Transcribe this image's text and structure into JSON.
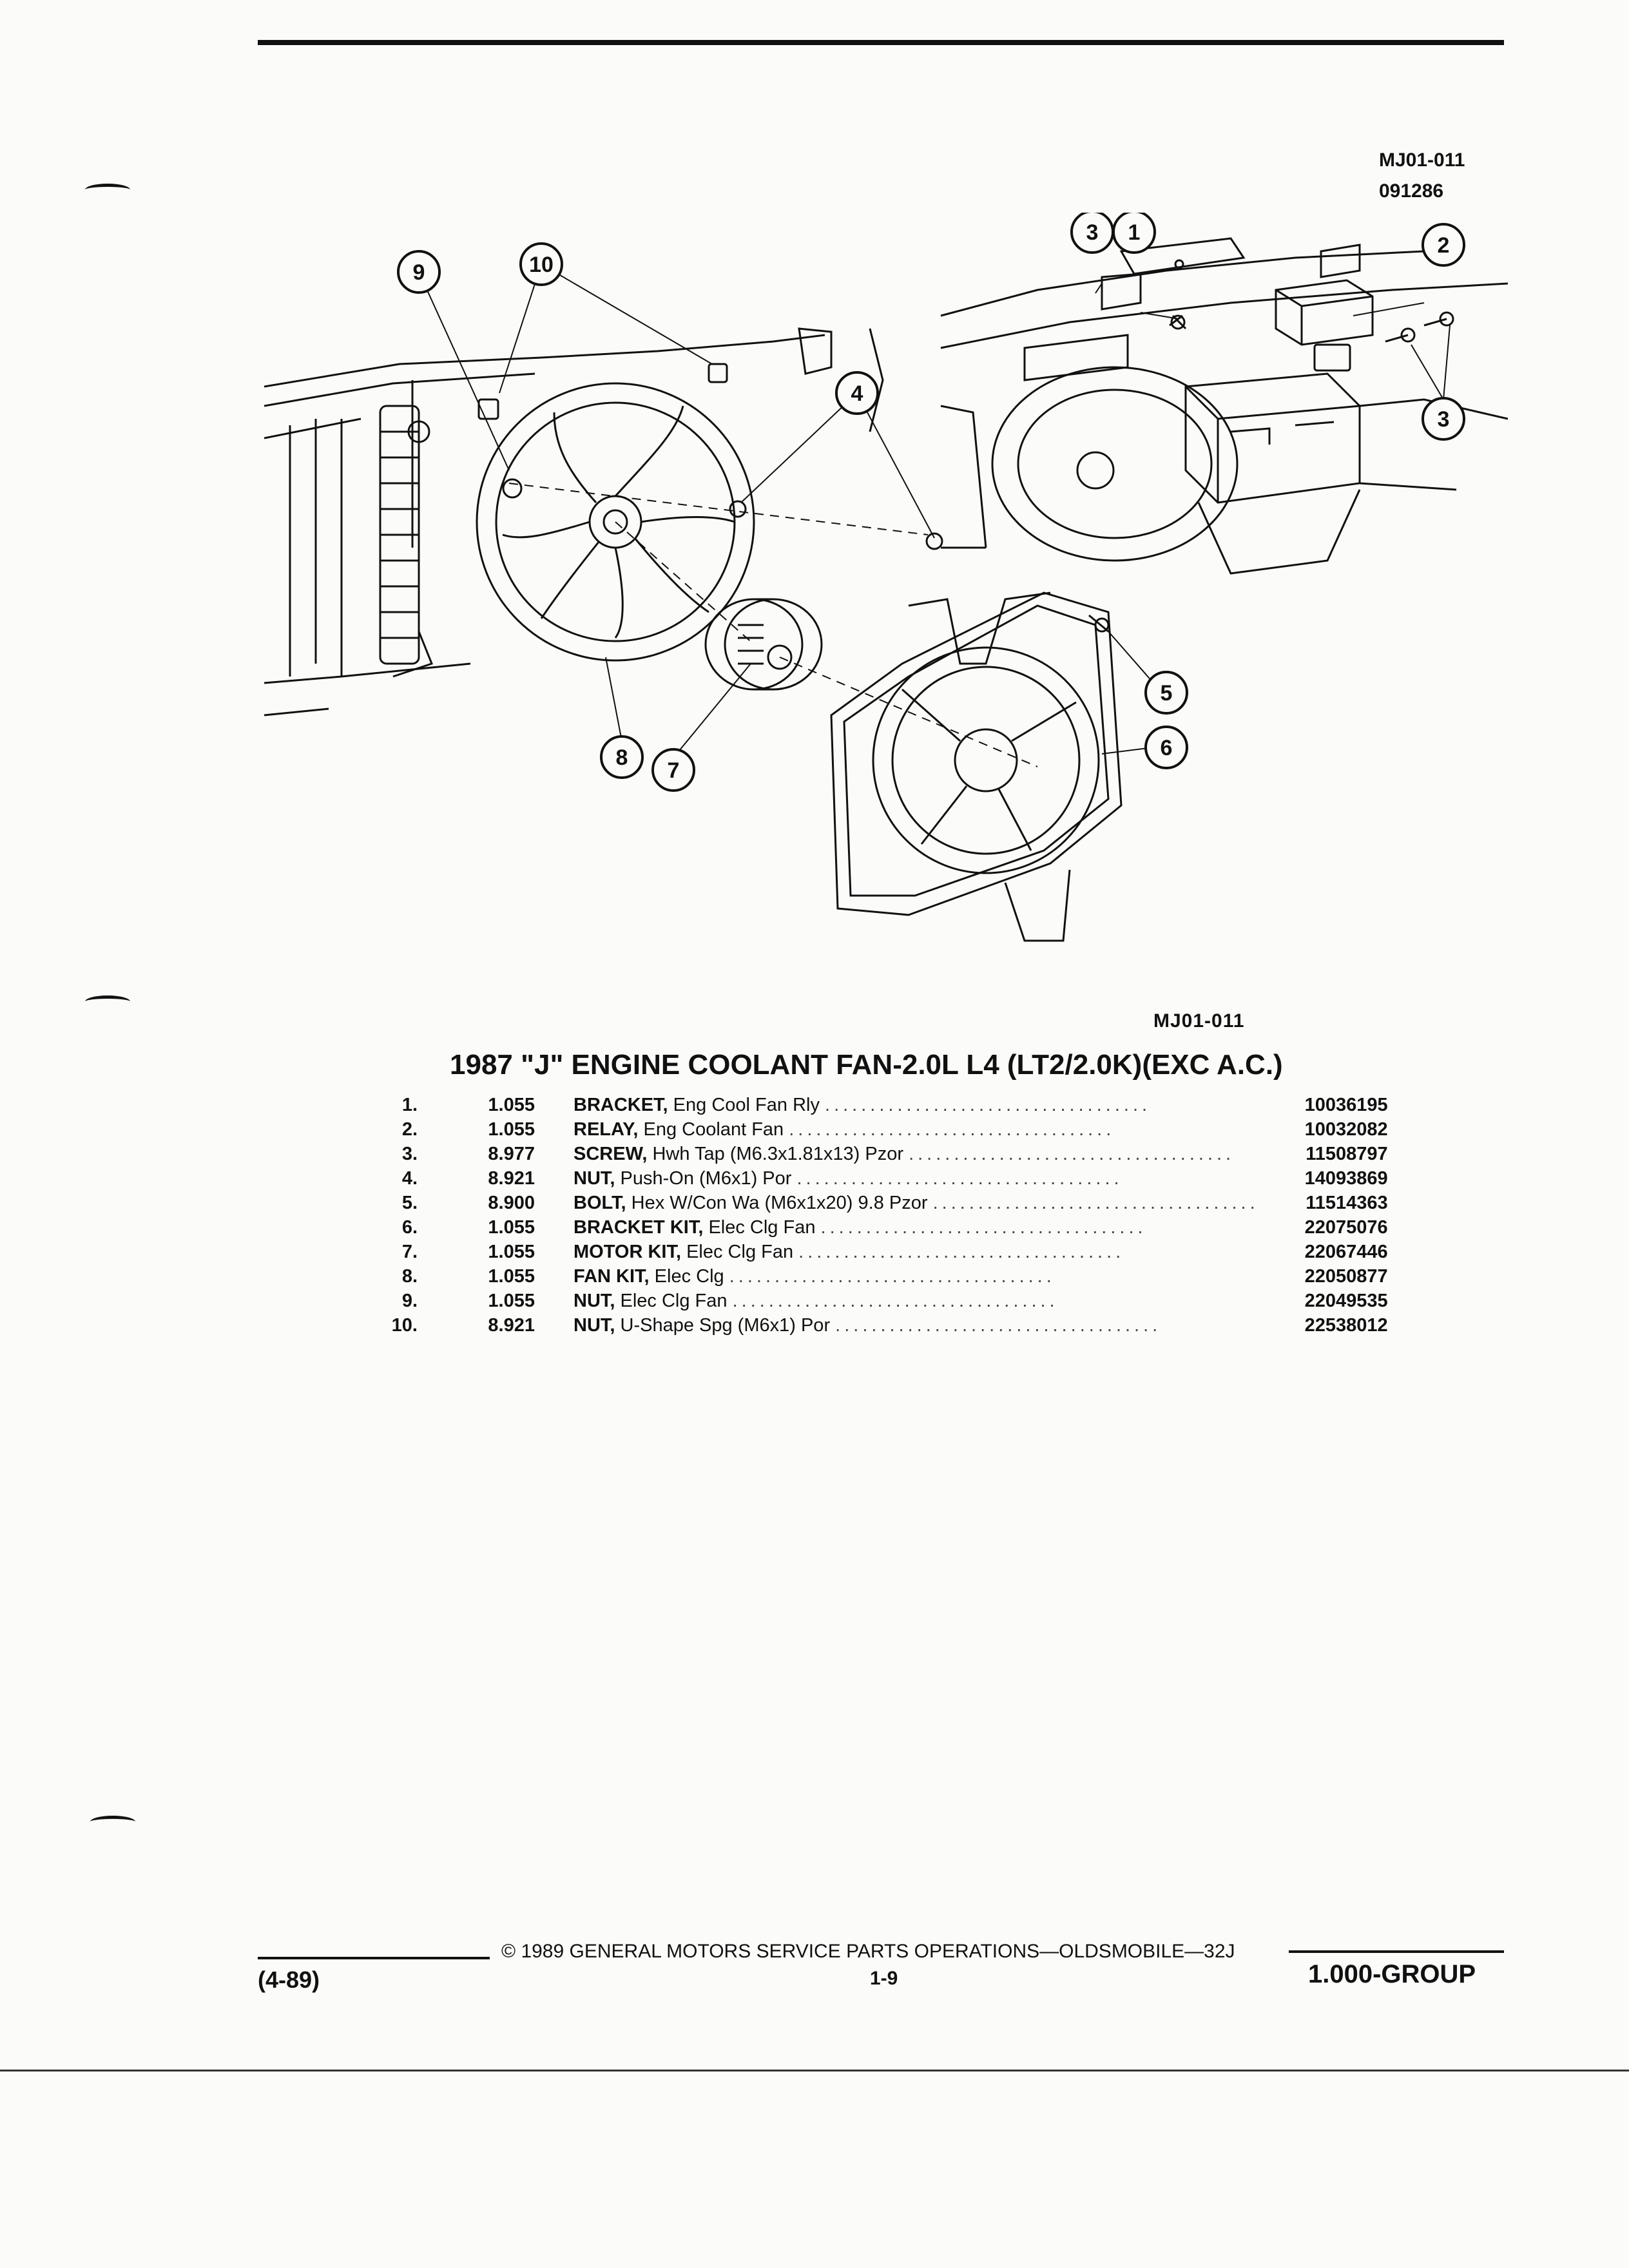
{
  "header": {
    "illustration_code": "MJ01-011",
    "date_code": "091286"
  },
  "callouts": [
    "1",
    "2",
    "3",
    "3",
    "4",
    "5",
    "6",
    "7",
    "8",
    "9",
    "10"
  ],
  "illustration_caption": "MJ01-011",
  "title": "1987 \"J\" ENGINE COOLANT FAN-2.0L L4 (LT2/2.0K)(EXC A.C.)",
  "parts": [
    {
      "num": "1.",
      "qty": "1.055",
      "name": "BRACKET,",
      "desc": " Eng Cool Fan Rly",
      "part_no": "10036195"
    },
    {
      "num": "2.",
      "qty": "1.055",
      "name": "RELAY,",
      "desc": " Eng Coolant Fan",
      "part_no": "10032082"
    },
    {
      "num": "3.",
      "qty": "8.977",
      "name": "SCREW,",
      "desc": " Hwh Tap (M6.3x1.81x13) Pzor",
      "part_no": "11508797"
    },
    {
      "num": "4.",
      "qty": "8.921",
      "name": "NUT,",
      "desc": " Push-On (M6x1) Por",
      "part_no": "14093869"
    },
    {
      "num": "5.",
      "qty": "8.900",
      "name": "BOLT,",
      "desc": " Hex W/Con Wa (M6x1x20) 9.8 Pzor",
      "part_no": "11514363"
    },
    {
      "num": "6.",
      "qty": "1.055",
      "name": "BRACKET KIT,",
      "desc": " Elec Clg Fan",
      "part_no": "22075076"
    },
    {
      "num": "7.",
      "qty": "1.055",
      "name": "MOTOR KIT,",
      "desc": " Elec Clg Fan",
      "part_no": "22067446"
    },
    {
      "num": "8.",
      "qty": "1.055",
      "name": "FAN KIT,",
      "desc": " Elec Clg",
      "part_no": "22050877"
    },
    {
      "num": "9.",
      "qty": "1.055",
      "name": "NUT,",
      "desc": " Elec Clg Fan",
      "part_no": "22049535"
    },
    {
      "num": "10.",
      "qty": "8.921",
      "name": "NUT,",
      "desc": " U-Shape Spg (M6x1) Por",
      "part_no": "22538012"
    }
  ],
  "footer": {
    "date": "(4-89)",
    "copyright": "© 1989 GENERAL MOTORS SERVICE PARTS OPERATIONS—OLDSMOBILE—32J",
    "page": "1-9",
    "group": "1.000-GROUP"
  }
}
